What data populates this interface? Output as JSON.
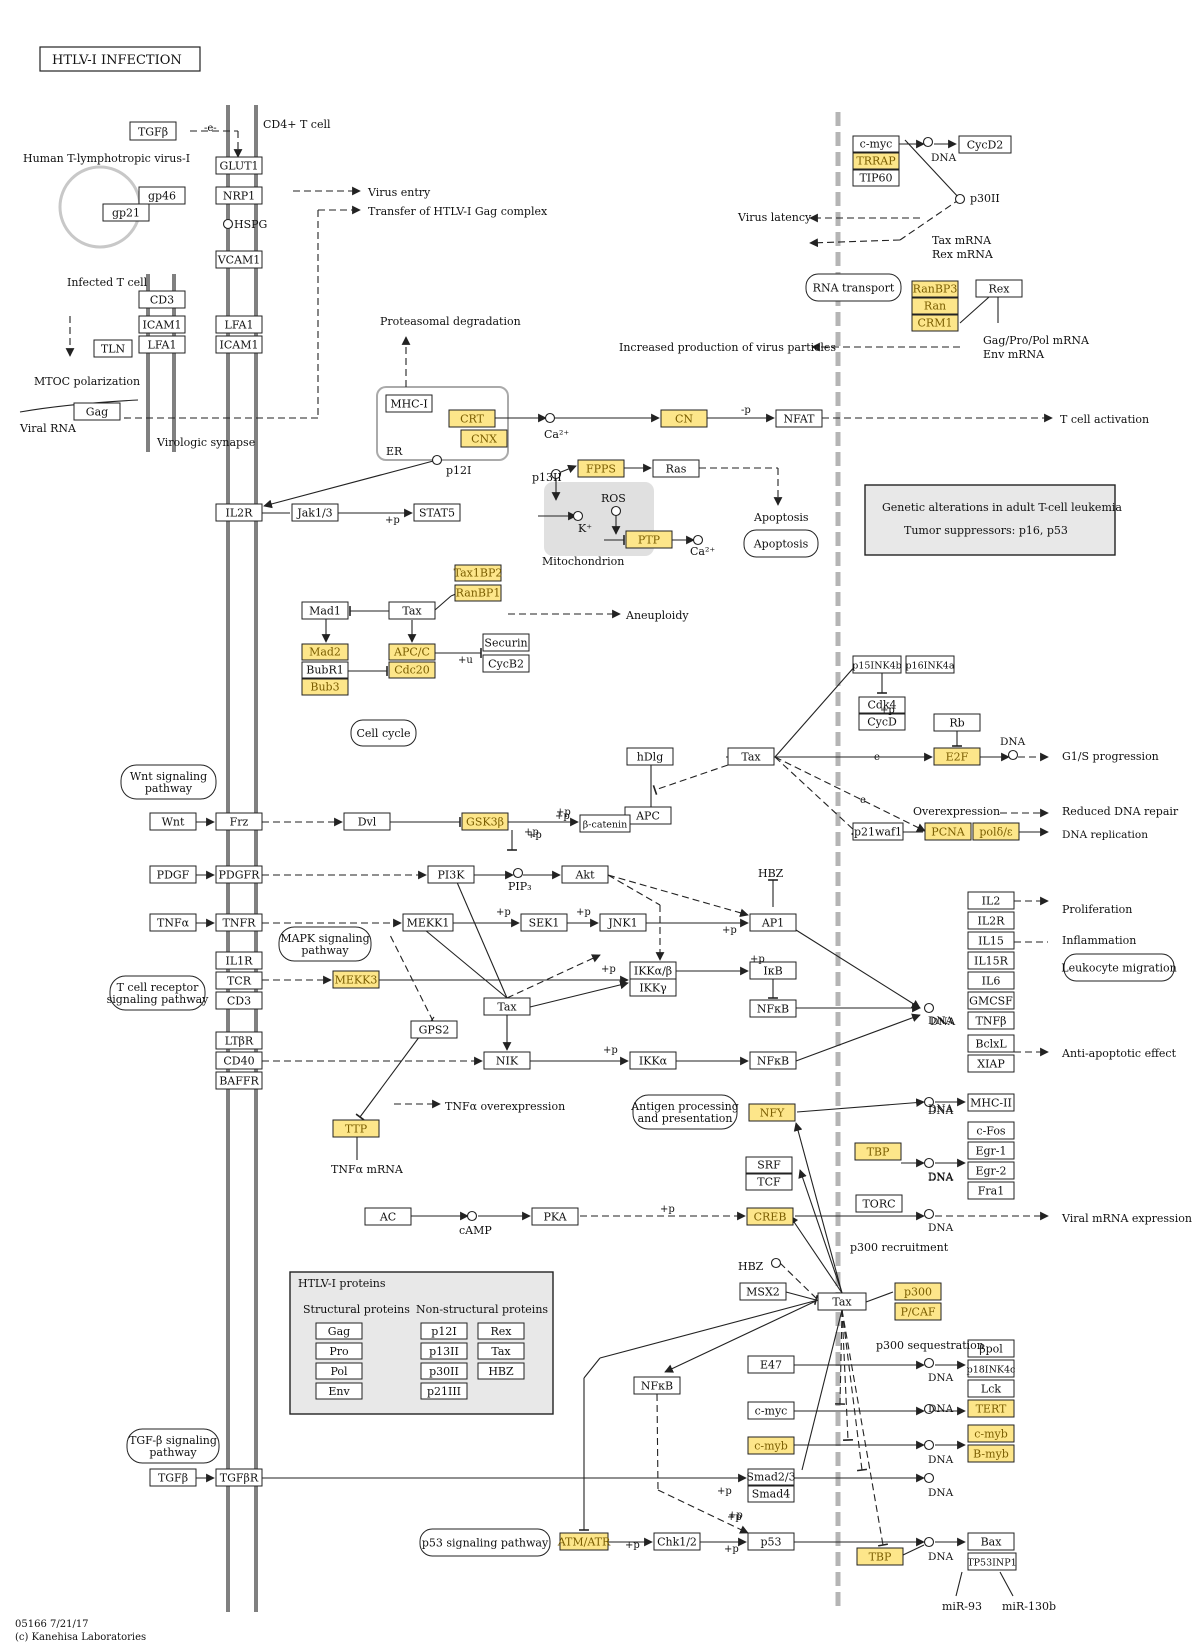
{
  "diagram": {
    "title": "HTLV-I  INFECTION",
    "footer": [
      "05166 7/21/17",
      "(c) Kanehisa Laboratories"
    ],
    "colors": {
      "highlight_fill": "#fde68a",
      "highlight_text": "#7a5d00",
      "membrane": "#808080",
      "nuclear_membrane": "#b5b5b5",
      "group_fill": "#e8e8e8"
    },
    "labels": [
      {
        "id": "cd4",
        "text": "CD4+ T cell"
      },
      {
        "id": "htlv",
        "text": "Human T-lymphotropic virus-I"
      },
      {
        "id": "infected",
        "text": "Infected T cell"
      },
      {
        "id": "hspg",
        "text": "HSPG"
      },
      {
        "id": "virus_entry",
        "text": "Virus entry"
      },
      {
        "id": "transfer",
        "text": "Transfer of HTLV-I Gag complex"
      },
      {
        "id": "mtoc",
        "text": "MTOC polarization"
      },
      {
        "id": "viral_rna",
        "text": "Viral RNA"
      },
      {
        "id": "virologic",
        "text": "Virologic synapse"
      },
      {
        "id": "proteasomal",
        "text": "Proteasomal degradation"
      },
      {
        "id": "er",
        "text": "ER"
      },
      {
        "id": "p12i",
        "text": "p12I"
      },
      {
        "id": "ca1",
        "text": "Ca²⁺"
      },
      {
        "id": "ca2",
        "text": "Ca²⁺"
      },
      {
        "id": "k",
        "text": "K⁺"
      },
      {
        "id": "p13ii",
        "text": "p13II"
      },
      {
        "id": "ros",
        "text": "ROS"
      },
      {
        "id": "mito",
        "text": "Mitochondrion"
      },
      {
        "id": "apoptosis_txt",
        "text": "Apoptosis"
      },
      {
        "id": "aneuploidy",
        "text": "Aneuploidy"
      },
      {
        "id": "virus_latency",
        "text": "Virus latency"
      },
      {
        "id": "p30ii",
        "text": "p30II"
      },
      {
        "id": "tax_mrna",
        "text": "Tax mRNA"
      },
      {
        "id": "rex_mrna",
        "text": "Rex mRNA"
      },
      {
        "id": "gag_mrna",
        "text": "Gag/Pro/Pol mRNA"
      },
      {
        "id": "env_mrna",
        "text": "Env mRNA"
      },
      {
        "id": "incr_virus",
        "text": "Increased production of virus particles"
      },
      {
        "id": "t_act",
        "text": "T cell activation"
      },
      {
        "id": "g1s",
        "text": "G1/S progression"
      },
      {
        "id": "overexp",
        "text": "Overexpression"
      },
      {
        "id": "reduced_dna",
        "text": "Reduced DNA repair"
      },
      {
        "id": "dna_rep",
        "text": "DNA replication"
      },
      {
        "id": "hbz1",
        "text": "HBZ"
      },
      {
        "id": "pip3",
        "text": "PIP₃"
      },
      {
        "id": "prolif",
        "text": "Proliferation"
      },
      {
        "id": "inflam",
        "text": "Inflammation"
      },
      {
        "id": "antiapop",
        "text": "Anti-apoptotic effect"
      },
      {
        "id": "tnfa_over",
        "text": "TNFα overexpression"
      },
      {
        "id": "tnfa_mrna",
        "text": "TNFα mRNA"
      },
      {
        "id": "camp",
        "text": "cAMP"
      },
      {
        "id": "viral_mrna",
        "text": "Viral mRNA expression"
      },
      {
        "id": "p300_recr",
        "text": "p300 recruitment"
      },
      {
        "id": "hbz2",
        "text": "HBZ"
      },
      {
        "id": "p300_seq",
        "text": "p300 sequestration"
      },
      {
        "id": "mir93",
        "text": "miR-93"
      },
      {
        "id": "mir130b",
        "text": "miR-130b"
      },
      {
        "id": "dna_a",
        "text": "DNA"
      },
      {
        "id": "dna_b",
        "text": "DNA"
      },
      {
        "id": "dna_c",
        "text": "DNA"
      },
      {
        "id": "dna_d",
        "text": "DNA"
      },
      {
        "id": "dna_e",
        "text": "DNA"
      },
      {
        "id": "dna_f",
        "text": "DNA"
      },
      {
        "id": "dna_g",
        "text": "DNA"
      },
      {
        "id": "dna_h",
        "text": "DNA"
      },
      {
        "id": "dna_i",
        "text": "DNA"
      },
      {
        "id": "dna_j",
        "text": "DNA"
      },
      {
        "id": "dna_k",
        "text": "DNA"
      },
      {
        "id": "dna_l",
        "text": "DNA"
      },
      {
        "id": "dna_m",
        "text": "DNA"
      },
      {
        "id": "dna_n",
        "text": "DNA"
      },
      {
        "id": "p_1",
        "text": "-p"
      },
      {
        "id": "p_2",
        "text": "+p"
      },
      {
        "id": "p_3",
        "text": "+p"
      },
      {
        "id": "p_4",
        "text": "+p"
      },
      {
        "id": "p_5",
        "text": "+p"
      },
      {
        "id": "p_6",
        "text": "+p"
      },
      {
        "id": "p_7",
        "text": "+p"
      },
      {
        "id": "p_8",
        "text": "+p"
      },
      {
        "id": "p_9",
        "text": "+p"
      },
      {
        "id": "p_10",
        "text": "+p"
      },
      {
        "id": "p_11",
        "text": "+p"
      },
      {
        "id": "p_12",
        "text": "+p"
      },
      {
        "id": "p_13",
        "text": "+p"
      },
      {
        "id": "p_14",
        "text": "+p"
      },
      {
        "id": "p_15",
        "text": "+p"
      },
      {
        "id": "p_16",
        "text": "+p"
      },
      {
        "id": "p_17",
        "text": "+p"
      },
      {
        "id": "p_18",
        "text": "+p"
      },
      {
        "id": "p_19",
        "text": "+p"
      },
      {
        "id": "u_1",
        "text": "+u"
      },
      {
        "id": "e_1",
        "text": "-e-"
      },
      {
        "id": "e_2",
        "text": "e"
      },
      {
        "id": "e_3",
        "text": "e"
      }
    ],
    "nodes": [
      {
        "id": "tgfb_top",
        "label": "TGFβ"
      },
      {
        "id": "glut1",
        "label": "GLUT1"
      },
      {
        "id": "gp46",
        "label": "gp46"
      },
      {
        "id": "gp21",
        "label": "gp21"
      },
      {
        "id": "nrp1",
        "label": "NRP1"
      },
      {
        "id": "vcam1",
        "label": "VCAM1"
      },
      {
        "id": "cd3a",
        "label": "CD3"
      },
      {
        "id": "icam1a",
        "label": "ICAM1"
      },
      {
        "id": "lfa1a",
        "label": "LFA1"
      },
      {
        "id": "tln",
        "label": "TLN"
      },
      {
        "id": "lfa1b",
        "label": "LFA1"
      },
      {
        "id": "icam1b",
        "label": "ICAM1"
      },
      {
        "id": "gag",
        "label": "Gag"
      },
      {
        "id": "mhc1",
        "label": "MHC-I"
      },
      {
        "id": "crt",
        "label": "CRT",
        "hl": true
      },
      {
        "id": "cnx",
        "label": "CNX",
        "hl": true
      },
      {
        "id": "cn",
        "label": "CN",
        "hl": true
      },
      {
        "id": "nfat",
        "label": "NFAT"
      },
      {
        "id": "il2r",
        "label": "IL2R"
      },
      {
        "id": "jak13",
        "label": "Jak1/3"
      },
      {
        "id": "stat5",
        "label": "STAT5"
      },
      {
        "id": "fpps",
        "label": "FPPS",
        "hl": true
      },
      {
        "id": "ras",
        "label": "Ras"
      },
      {
        "id": "ptp",
        "label": "PTP",
        "hl": true
      },
      {
        "id": "tax1bp2",
        "label": "Tax1BP2",
        "hl": true
      },
      {
        "id": "ranbp1",
        "label": "RanBP1",
        "hl": true
      },
      {
        "id": "mad1",
        "label": "Mad1"
      },
      {
        "id": "tax_a",
        "label": "Tax"
      },
      {
        "id": "mad2",
        "label": "Mad2",
        "hl": true
      },
      {
        "id": "bubr1",
        "label": "BubR1"
      },
      {
        "id": "bub3",
        "label": "Bub3",
        "hl": true
      },
      {
        "id": "apcc",
        "label": "APC/C",
        "hl": true
      },
      {
        "id": "cdc20",
        "label": "Cdc20",
        "hl": true
      },
      {
        "id": "securin",
        "label": "Securin"
      },
      {
        "id": "cycb2",
        "label": "CycB2"
      },
      {
        "id": "cmyc_a",
        "label": "c-myc"
      },
      {
        "id": "trrap",
        "label": "TRRAP",
        "hl": true
      },
      {
        "id": "tip60",
        "label": "TIP60"
      },
      {
        "id": "cycd2",
        "label": "CycD2"
      },
      {
        "id": "ranbp3",
        "label": "RanBP3",
        "hl": true
      },
      {
        "id": "ran",
        "label": "Ran",
        "hl": true
      },
      {
        "id": "crm1",
        "label": "CRM1",
        "hl": true
      },
      {
        "id": "rex",
        "label": "Rex"
      },
      {
        "id": "p15ink4b",
        "label": "p15INK4b"
      },
      {
        "id": "p16ink4a",
        "label": "p16INK4a"
      },
      {
        "id": "cdk4",
        "label": "Cdk4"
      },
      {
        "id": "cycd",
        "label": "CycD"
      },
      {
        "id": "rb",
        "label": "Rb"
      },
      {
        "id": "e2f",
        "label": "E2F",
        "hl": true
      },
      {
        "id": "hdlg",
        "label": "hDlg"
      },
      {
        "id": "tax_b",
        "label": "Tax"
      },
      {
        "id": "apc",
        "label": "APC"
      },
      {
        "id": "bcat",
        "label": "β-catenin"
      },
      {
        "id": "p21waf1",
        "label": "p21waf1"
      },
      {
        "id": "pcna",
        "label": "PCNA",
        "hl": true
      },
      {
        "id": "poldelta",
        "label": "polδ/ε",
        "hl": true
      },
      {
        "id": "wnt",
        "label": "Wnt"
      },
      {
        "id": "frz",
        "label": "Frz"
      },
      {
        "id": "dvl",
        "label": "Dvl"
      },
      {
        "id": "gsk3b",
        "label": "GSK3β",
        "hl": true
      },
      {
        "id": "pdgf",
        "label": "PDGF"
      },
      {
        "id": "pdgfr",
        "label": "PDGFR"
      },
      {
        "id": "pi3k",
        "label": "PI3K"
      },
      {
        "id": "akt",
        "label": "Akt"
      },
      {
        "id": "ap1",
        "label": "AP1"
      },
      {
        "id": "tnfa",
        "label": "TNFα"
      },
      {
        "id": "tnfr",
        "label": "TNFR"
      },
      {
        "id": "mekk1",
        "label": "MEKK1"
      },
      {
        "id": "sek1",
        "label": "SEK1"
      },
      {
        "id": "jnk1",
        "label": "JNK1"
      },
      {
        "id": "il1r",
        "label": "IL1R"
      },
      {
        "id": "tcr",
        "label": "TCR"
      },
      {
        "id": "cd3b",
        "label": "CD3"
      },
      {
        "id": "mekk3",
        "label": "MEKK3",
        "hl": true
      },
      {
        "id": "ikkab",
        "label": "IKKα/β"
      },
      {
        "id": "ikkg",
        "label": "IKKγ"
      },
      {
        "id": "ikb",
        "label": "IκB"
      },
      {
        "id": "nfkb_a",
        "label": "NFκB"
      },
      {
        "id": "tax_c",
        "label": "Tax"
      },
      {
        "id": "gps2",
        "label": "GPS2"
      },
      {
        "id": "ltbr",
        "label": "LTβR"
      },
      {
        "id": "cd40",
        "label": "CD40"
      },
      {
        "id": "baffr",
        "label": "BAFFR"
      },
      {
        "id": "nik",
        "label": "NIK"
      },
      {
        "id": "ikka",
        "label": "IKKα"
      },
      {
        "id": "nfkb_b",
        "label": "NFκB"
      },
      {
        "id": "il2",
        "label": "IL2"
      },
      {
        "id": "il2r2",
        "label": "IL2R"
      },
      {
        "id": "il15",
        "label": "IL15"
      },
      {
        "id": "il15r",
        "label": "IL15R"
      },
      {
        "id": "il6",
        "label": "IL6"
      },
      {
        "id": "gmcsf",
        "label": "GMCSF"
      },
      {
        "id": "tnfb",
        "label": "TNFβ"
      },
      {
        "id": "bclxl",
        "label": "BclxL"
      },
      {
        "id": "xiap",
        "label": "XIAP"
      },
      {
        "id": "ttp",
        "label": "TTP",
        "hl": true
      },
      {
        "id": "nfy",
        "label": "NFY",
        "hl": true
      },
      {
        "id": "mhcii",
        "label": "MHC-II"
      },
      {
        "id": "cfos",
        "label": "c-Fos"
      },
      {
        "id": "egr1",
        "label": "Egr-1"
      },
      {
        "id": "egr2",
        "label": "Egr-2"
      },
      {
        "id": "fra1",
        "label": "Fra1"
      },
      {
        "id": "tbp_a",
        "label": "TBP",
        "hl": true
      },
      {
        "id": "srf",
        "label": "SRF"
      },
      {
        "id": "tcf",
        "label": "TCF"
      },
      {
        "id": "torc",
        "label": "TORC"
      },
      {
        "id": "ac",
        "label": "AC"
      },
      {
        "id": "pka",
        "label": "PKA"
      },
      {
        "id": "creb",
        "label": "CREB",
        "hl": true
      },
      {
        "id": "msx2",
        "label": "MSX2"
      },
      {
        "id": "tax_d",
        "label": "Tax"
      },
      {
        "id": "p300",
        "label": "p300",
        "hl": true
      },
      {
        "id": "pcaf",
        "label": "P/CAF",
        "hl": true
      },
      {
        "id": "e47",
        "label": "E47"
      },
      {
        "id": "nfkb_c",
        "label": "NFκB"
      },
      {
        "id": "cmyc_b",
        "label": "c-myc"
      },
      {
        "id": "cmyb_a",
        "label": "c-myb",
        "hl": true
      },
      {
        "id": "smad23",
        "label": "Smad2/3"
      },
      {
        "id": "smad4",
        "label": "Smad4"
      },
      {
        "id": "bpol",
        "label": "βpol"
      },
      {
        "id": "p18ink4c",
        "label": "p18INK4c"
      },
      {
        "id": "lck",
        "label": "Lck"
      },
      {
        "id": "tert",
        "label": "TERT",
        "hl": true
      },
      {
        "id": "cmyb_b",
        "label": "c-myb",
        "hl": true
      },
      {
        "id": "bmyb",
        "label": "B-myb",
        "hl": true
      },
      {
        "id": "tgfb_b",
        "label": "TGFβ"
      },
      {
        "id": "tgfbr",
        "label": "TGFβR"
      },
      {
        "id": "atm",
        "label": "ATM/ATR",
        "hl": true
      },
      {
        "id": "chk12",
        "label": "Chk1/2"
      },
      {
        "id": "p53",
        "label": "p53"
      },
      {
        "id": "tbp_b",
        "label": "TBP",
        "hl": true
      },
      {
        "id": "bax",
        "label": "Bax"
      },
      {
        "id": "tp53inp1",
        "label": "TP53INP1"
      }
    ],
    "pathways": [
      {
        "id": "rna_transport",
        "lines": [
          "RNA transport"
        ]
      },
      {
        "id": "apoptosis",
        "lines": [
          "Apoptosis"
        ]
      },
      {
        "id": "cell_cycle",
        "lines": [
          "Cell cycle"
        ]
      },
      {
        "id": "wnt_sig",
        "lines": [
          "Wnt signaling",
          "pathway"
        ]
      },
      {
        "id": "mapk_sig",
        "lines": [
          "MAPK signaling",
          "pathway"
        ]
      },
      {
        "id": "tcr_sig",
        "lines": [
          "T cell receptor",
          "signaling pathway"
        ]
      },
      {
        "id": "leukocyte",
        "lines": [
          "Leukocyte migration"
        ]
      },
      {
        "id": "antigen",
        "lines": [
          "Antigen processing",
          "and presentation"
        ]
      },
      {
        "id": "tgfb_sig",
        "lines": [
          "TGF-β signaling",
          "pathway"
        ]
      },
      {
        "id": "p53_sig",
        "lines": [
          "p53 signaling pathway"
        ]
      }
    ],
    "info_box": {
      "title": "Genetic alterations in adult T-cell leukemia",
      "text": "Tumor suppressors:  p16, p53"
    },
    "legend": {
      "title": "HTLV-I proteins",
      "structural_title": "Structural proteins",
      "nonstructural_title": "Non-structural proteins",
      "structural": [
        "Gag",
        "Pro",
        "Pol",
        "Env"
      ],
      "nonstructural": [
        "p12I",
        "Rex",
        "p13II",
        "Tax",
        "p30II",
        "HBZ",
        "p21III"
      ]
    }
  }
}
